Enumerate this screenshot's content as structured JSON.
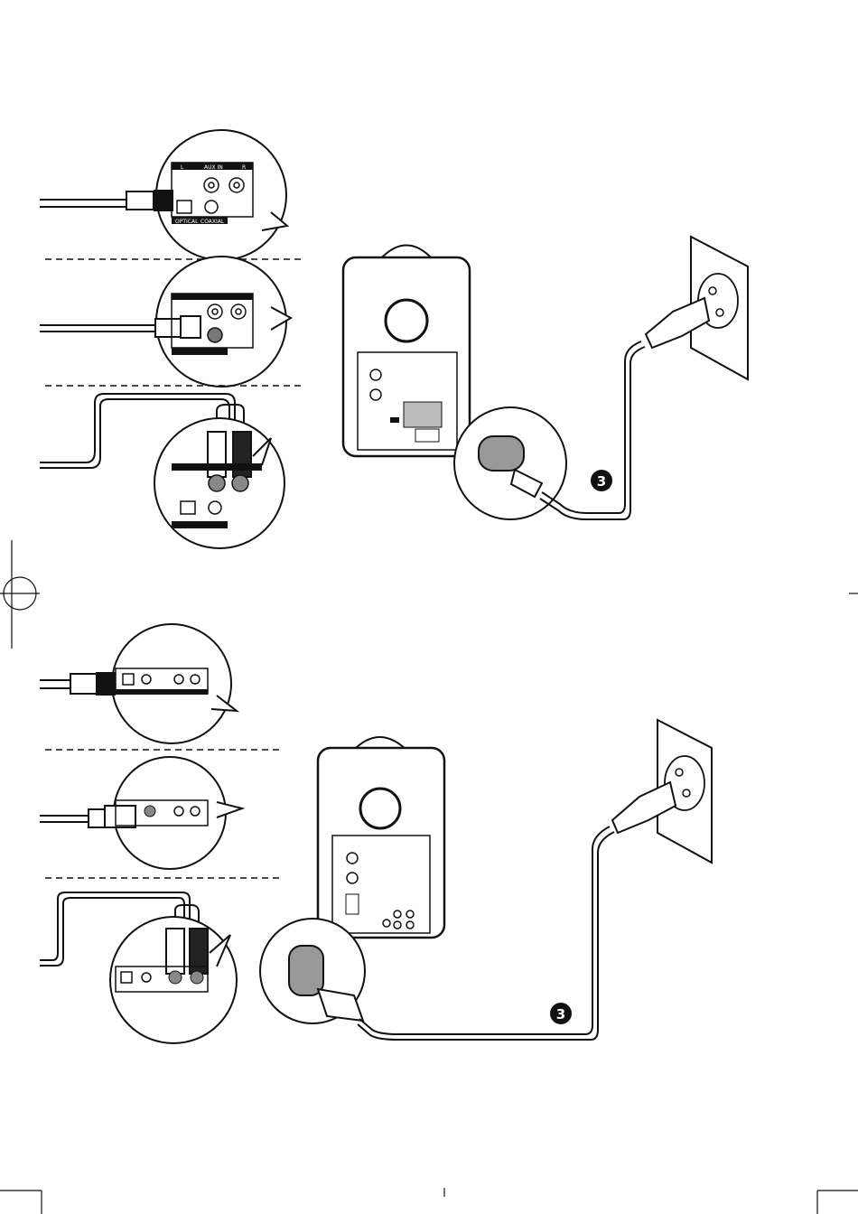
{
  "labels": {
    "aux_in": "AUX IN",
    "left": "L",
    "right": "R",
    "optical": "OPTICAL",
    "coaxial": "COAXIAL"
  },
  "step": "3",
  "icons": [
    "optical-cable",
    "coaxial-cable",
    "rca-cable",
    "speaker-rear",
    "power-cord",
    "wall-socket",
    "power-plug"
  ]
}
